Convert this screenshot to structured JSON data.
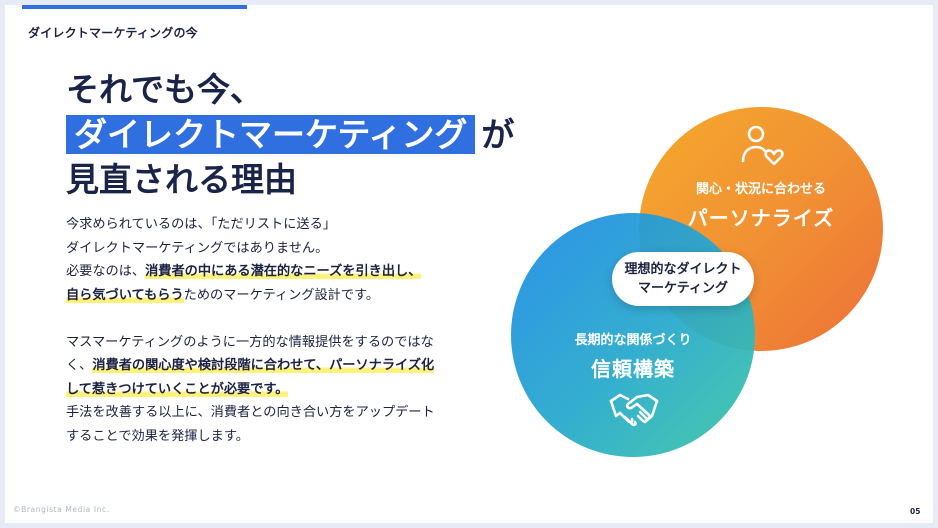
{
  "header": {
    "section_label": "ダイレクトマーケティングの今"
  },
  "headline": {
    "line1": "それでも今、",
    "line2_highlight": "ダイレクトマーケティング",
    "line2_suffix": "が",
    "line3": "見直される理由"
  },
  "body": {
    "p1_line1": "今求められているのは、「ただリストに送る」",
    "p1_line2": "ダイレクトマーケティングではありません。",
    "p1_line3_prefix": "必要なのは、",
    "p1_line3_mark": "消費者の中にある潜在的なニーズを引き出し、",
    "p1_line4_mark": "自ら気づいてもらう",
    "p1_line4_suffix": "ためのマーケティング設計です。",
    "p2_line1": "マスマーケティングのように一方的な情報提供をするのではな",
    "p2_line2_prefix": "く、",
    "p2_line2_mark": "消費者の関心度や検討段階に合わせて、パーソナライズ化",
    "p2_line3_mark": "して惹きつけていくことが必要です。",
    "p2_line4": "手法を改善する以上に、消費者との向き合い方をアップデート",
    "p2_line5": "することで効果を発揮します。"
  },
  "diagram": {
    "orange_circle": {
      "small": "関心・状況に合わせる",
      "big": "パーソナライズ",
      "icon": "person-heart-icon"
    },
    "blue_circle": {
      "small": "長期的な関係づくり",
      "big": "信頼構築",
      "icon": "handshake-icon"
    },
    "center": {
      "line1": "理想的なダイレクト",
      "line2": "マーケティング"
    }
  },
  "footer": {
    "copyright": "©Brangista Media Inc.",
    "page_number": "05"
  },
  "colors": {
    "accent_blue": "#2f6fe0",
    "navy_text": "#1a2348",
    "highlight_yellow": "#fff27a",
    "orange": "#f08a2c",
    "teal": "#28aacc"
  }
}
